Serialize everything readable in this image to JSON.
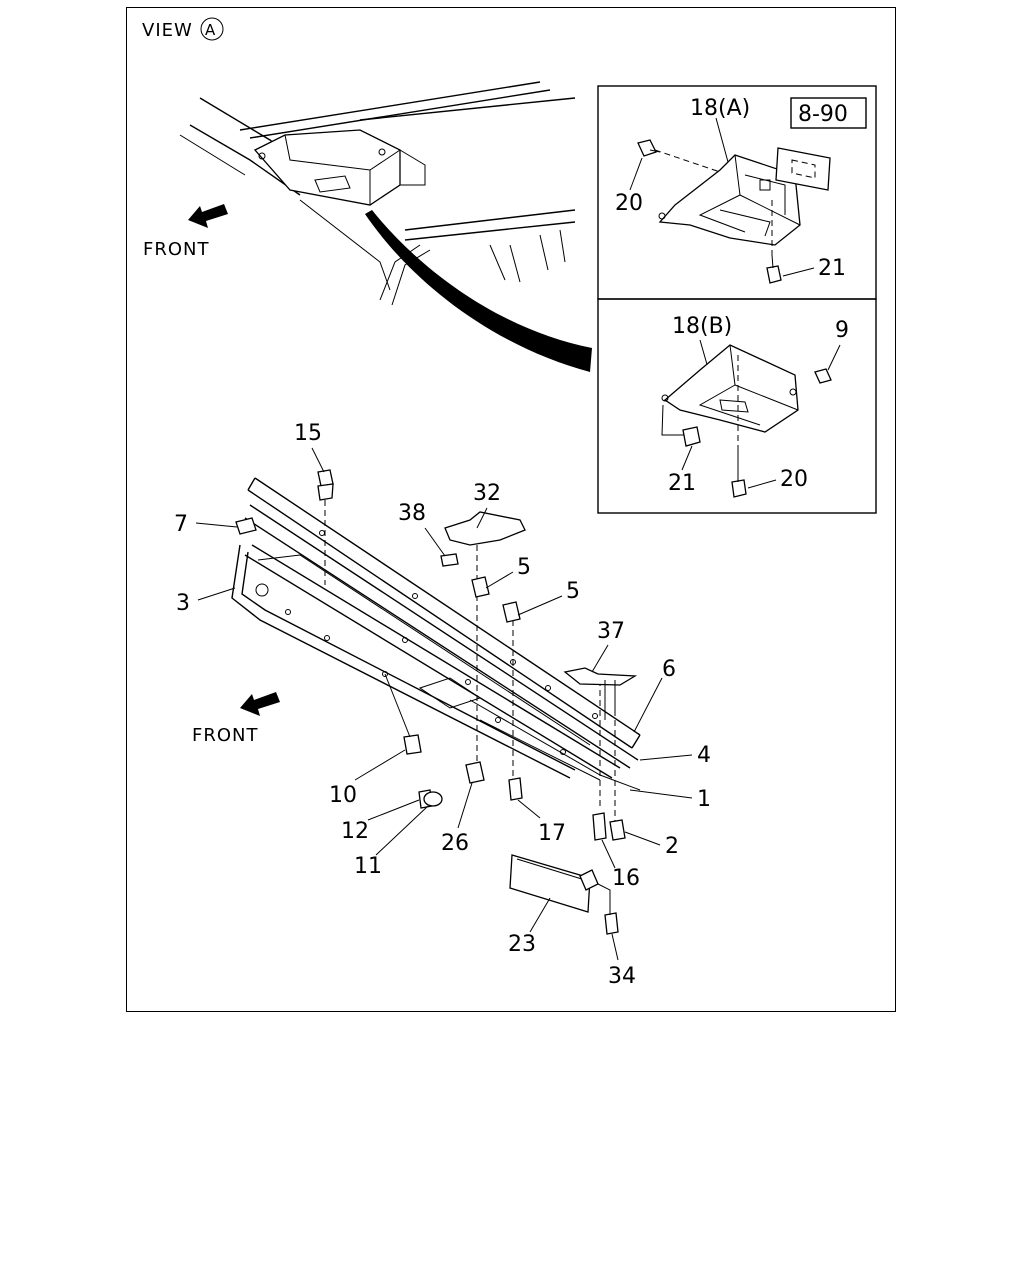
{
  "view_title": "VIEW",
  "view_marker": "A",
  "front_labels": [
    "FRONT",
    "FRONT"
  ],
  "inset_a": {
    "part_label": "18(A)",
    "ref_box": "8-90",
    "callouts": [
      "20",
      "21"
    ]
  },
  "inset_b": {
    "part_label": "18(B)",
    "callouts": [
      "9",
      "21",
      "20"
    ]
  },
  "callouts": [
    "15",
    "32",
    "38",
    "7",
    "5",
    "5",
    "3",
    "37",
    "6",
    "4",
    "1",
    "2",
    "10",
    "12",
    "11",
    "26",
    "17",
    "16",
    "23",
    "34"
  ]
}
